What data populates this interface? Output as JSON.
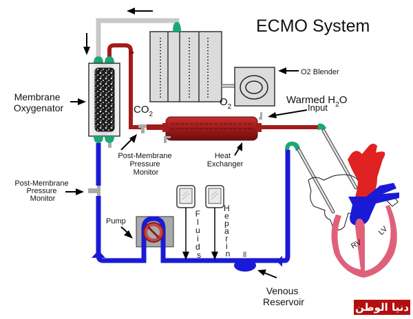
{
  "title": "ECMO System",
  "labels": {
    "membrane_oxygenator": [
      "Membrane",
      "Oxygenator"
    ],
    "co2": "CO",
    "co2_sub": "2",
    "o2": "O",
    "o2_sub": "2",
    "o2_blender": "O2 Blender",
    "warmed_h2o_a": "Warmed H",
    "warmed_h2o_sub": "2",
    "warmed_h2o_b": "O",
    "warmed_input": "Input",
    "post_membrane_top": [
      "Post-Membrane",
      "Pressure",
      "Monitor"
    ],
    "post_membrane_left": [
      "Post-Membrane",
      "Pressure",
      "Monitor"
    ],
    "heat_exchanger": [
      "Heat",
      "Exchanger"
    ],
    "pump": "Pump",
    "fluids": [
      "F",
      "l",
      "u",
      "i",
      "d",
      "s"
    ],
    "heparin": [
      "H",
      "e",
      "p",
      "a",
      "r",
      "i",
      "n"
    ],
    "venous_reservoir": [
      "Venous",
      "Reservoir"
    ],
    "rv": "RV",
    "lv": "LV"
  },
  "watermark": "دنيا الوطن",
  "colors": {
    "venous": "#1a1ad6",
    "arterial": "#a31c1c",
    "connector": "#1aa876",
    "gas_line": "#c8c8c8",
    "heart_muscle": "#e0607a",
    "aorta": "#e02222"
  }
}
